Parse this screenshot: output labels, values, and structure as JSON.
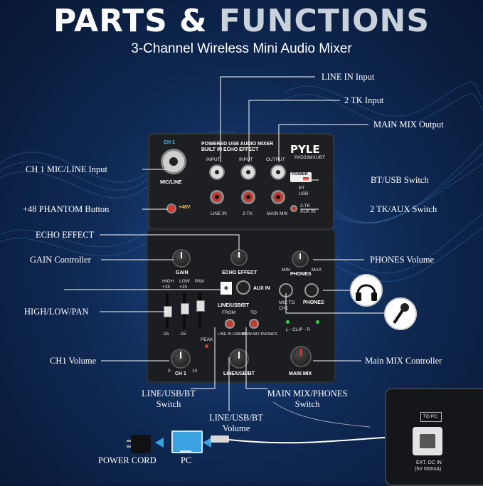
{
  "header": {
    "title_part1": "PARTS &",
    "title_part2": "FUNCTIONS",
    "subtitle": "3-Channel Wireless Mini Audio Mixer"
  },
  "callouts": {
    "line_in_input": "LINE IN Input",
    "tk2_input": "2 TK Input",
    "main_mix_output": "MAIN MIX Output",
    "ch1_mic_line_input": "CH 1 MIC/LINE Input",
    "bt_usb_switch": "BT/USB Switch",
    "phantom_button": "+48 PHANTOM Button",
    "tk_aux_switch": "2 TK/AUX Switch",
    "echo_effect": "ECHO EFFECT",
    "gain_controller": "GAIN Controller",
    "phones_volume": "PHONES Volume",
    "high_low_pan": "HIGH/LOW/PAN",
    "ch1_volume": "CH1 Volume",
    "main_mix_controller": "Main MIX Controller",
    "line_usb_bt_switch_1": "LINE/USB/BT",
    "line_usb_bt_switch_2": "Switch",
    "main_mix_phones_switch_1": "MAIN MIX/PHONES",
    "main_mix_phones_switch_2": "Switch",
    "line_usb_bt_volume_1": "LINE/USB/BT",
    "line_usb_bt_volume_2": "Volume",
    "power_cord": "POWER CORD",
    "pc": "PC"
  },
  "device": {
    "ch1": "CH 1",
    "brand_line1": "POWERED USB AUDIO MIXER",
    "brand_line2": "BUILT IN ECHO EFFECT",
    "brand": "PYLE",
    "model": "PAD33MXUBT",
    "input_l": "INPUT",
    "input_2": "INPUT",
    "output": "OUTPUT",
    "l": "L",
    "r": "R",
    "line_in": "LINE IN",
    "tk2": "2-TK",
    "main_mix": "MAIN MIX",
    "power": "POWER",
    "bt": "BT",
    "usb": "USB",
    "tk_label": "2-TK",
    "aux_in": "AUX IN",
    "mic_line": "MIC/LINE",
    "phantom": "+48V",
    "gain": "GAIN",
    "echo_effect": "ECHO EFFECT",
    "phones": "PHONES",
    "min": "MIN",
    "max": "MAX",
    "high": "HIGH",
    "low": "LOW",
    "pan": "PAN",
    "aux_in_jack": "AUX IN",
    "mic_to_ch1": "MIC TO CH1",
    "phones_jack": "PHONES",
    "line_usb_bt": "LINE/USB/BT",
    "from": "FROM",
    "to": "TO",
    "line_in_usb_bt": "LINE IN USB/BT",
    "main_mix_phones": "MAIN MIX PHONES",
    "clip": "L - CLIP - R",
    "peak": "PEAK",
    "ch1_vol": "CH 1",
    "line_usb_bt_vol": "LINE/USB/BT",
    "main_mix_vol": "MAIN MIX",
    "zero": "0",
    "ten": "10",
    "minus15": "-15",
    "plus15": "+15"
  },
  "inset": {
    "to_pc": "TO PC",
    "ext_dc_in": "EXT. DC IN",
    "ext_dc_spec": "(5V 500mA)"
  },
  "colors": {
    "accent_blue": "#3aa2e0",
    "accent_red": "#d63a2e",
    "background": "#0f2a55"
  }
}
